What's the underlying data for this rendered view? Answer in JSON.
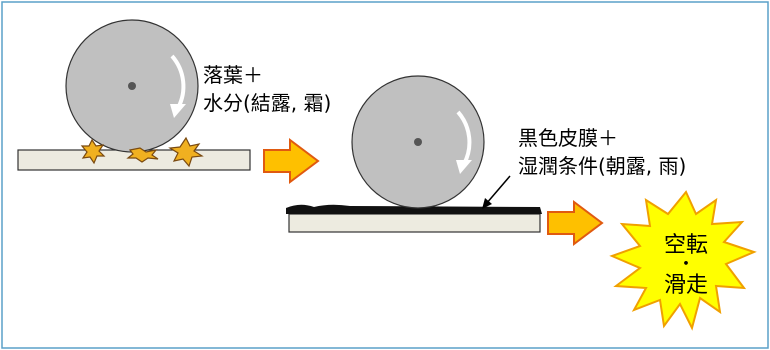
{
  "stage1": {
    "label_line1": "落葉＋",
    "label_line2": "水分(結露, 霜)"
  },
  "stage2": {
    "label_line1": "黒色皮膜＋",
    "label_line2": "湿潤条件(朝露, 雨)"
  },
  "result": {
    "line1": "空転",
    "line2": "・",
    "line3": "滑走"
  },
  "colors": {
    "frame_border": "#5aa0c8",
    "wheel_fill": "#c0c0c0",
    "rail_fill": "#edebe0",
    "leaf_fill": "#f0b020",
    "leaf_stroke": "#7a4a10",
    "arrow_fill": "#fec000",
    "arrow_stroke": "#e05a10",
    "burst_fill": "#ffff00",
    "burst_stroke": "#f0a000",
    "film_fill": "#111111"
  }
}
